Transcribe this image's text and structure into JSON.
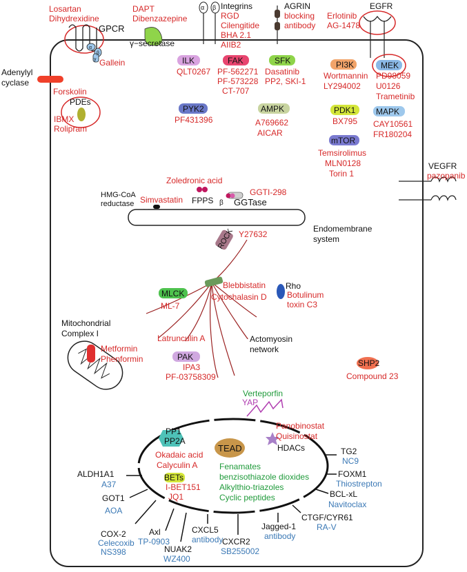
{
  "gpcr": {
    "receptor": "GPCR",
    "drugs_top": [
      "Losartan",
      "Dihydrexidine"
    ],
    "subunits": [
      "α",
      "β",
      "γ"
    ],
    "inhibitor": "Gallein"
  },
  "gamma_secretase": {
    "label": "γ−secretase",
    "drugs": [
      "DAPT",
      "Dibenzazepine"
    ]
  },
  "integrins": {
    "label": "Integrins",
    "subunits": [
      "α",
      "β"
    ],
    "drugs": [
      "RGD",
      "Cilengitide",
      "BHA 2.1",
      "AIIB2"
    ]
  },
  "agrin": {
    "label": "AGRIN",
    "drugs": [
      "blocking",
      "antibody"
    ]
  },
  "egfr": {
    "label": "EGFR",
    "drugs": [
      "Erlotinib",
      "AG-1478"
    ]
  },
  "adenylyl": {
    "label": [
      "Adenylyl",
      "cyclase"
    ],
    "drug": "Forskolin"
  },
  "pdes": {
    "label": "PDEs",
    "drugs": [
      "IBMX",
      "Rolipram"
    ]
  },
  "kinases": {
    "ilk": {
      "label": "ILK",
      "drugs": [
        "QLT0267"
      ],
      "color": "#d9a3e0"
    },
    "fak": {
      "label": "FAK",
      "drugs": [
        "PF-562271",
        "PF-573228",
        "CT-707"
      ],
      "color": "#e8456f"
    },
    "sfk": {
      "label": "SFK",
      "drugs": [
        "Dasatinib",
        "PP2, SKI-1"
      ],
      "color": "#8fd44a"
    },
    "pi3k": {
      "label": "PI3K",
      "drugs": [
        "Wortmannin",
        "LY294002"
      ],
      "color": "#f2a46a"
    },
    "mek": {
      "label": "MEK",
      "drugs": [
        "PD98059",
        "U0126",
        "Trametinib"
      ],
      "color": "#8ab8e6"
    },
    "pyk2": {
      "label": "PYK2",
      "drugs": [
        "PF431396"
      ],
      "color": "#6a78c8"
    },
    "ampk": {
      "label": "AMPK",
      "drugs": [
        "A769662",
        "AICAR"
      ],
      "color": "#c8d4a0"
    },
    "pdk1": {
      "label": "PDK1",
      "drugs": [
        "BX795"
      ],
      "color": "#d4e63a"
    },
    "mapk": {
      "label": "MAPK",
      "drugs": [
        "CAY10561",
        "FR180204"
      ],
      "color": "#9ec8ec"
    },
    "mtor": {
      "label": "mTOR",
      "drugs": [
        "Temsirolimus",
        "MLN0128",
        "Torin 1"
      ],
      "color": "#7a7ad0"
    },
    "mlck": {
      "label": "MLCK",
      "drugs": [
        "ML-7"
      ],
      "color": "#4ec24e"
    },
    "pak": {
      "label": "PAK",
      "drugs": [
        "IPA3",
        "PF-03758309"
      ],
      "color": "#d0a8e0"
    },
    "shp2": {
      "label": "SHP2",
      "drugs": [
        "Compound 23"
      ],
      "color": "#f07050"
    }
  },
  "vegfr": {
    "label": "VEGFR",
    "drug": "pazopanib"
  },
  "mevalonate": {
    "hmg": [
      "HMG-CoA",
      "reductase"
    ],
    "statin": "Simvastatin",
    "zoledronic": "Zoledronic acid",
    "fpps": "FPPS",
    "ggti": "GGTI-298",
    "beta": "β",
    "ggtase": "GGTase"
  },
  "endomembrane": [
    "Endomembrane",
    "system"
  ],
  "rock": {
    "label": "ROCK",
    "drug": "Y27632"
  },
  "cytoskeleton": {
    "blebbistatin": "Blebbistatin",
    "cytochalasin": "Cytochalasin D",
    "rho": "Rho",
    "botulinum": [
      "Botulinum",
      "toxin C3"
    ],
    "latrunculin": "Latrunculin A",
    "actomyosin": [
      "Actomyosin",
      "network"
    ]
  },
  "mito": {
    "label": [
      "Mitochondrial",
      "Complex I"
    ],
    "drugs": [
      "Metformin",
      "Phenformin"
    ]
  },
  "yap": {
    "label": "YAP",
    "drug": "Verteporfin"
  },
  "nucleus": {
    "pp": [
      "PP1",
      "PP2A"
    ],
    "pp_drugs": [
      "Okadaic acid",
      "Calyculin A"
    ],
    "tead": "TEAD",
    "hdac": "HDACs",
    "hdac_drugs": [
      "Panobinostat",
      "Quisinostat"
    ],
    "bets": "BETs",
    "bet_drugs": [
      "I-BET151",
      "JQ1"
    ],
    "tead_drugs": [
      "Fenamates",
      "benzisothiazole dioxides",
      "Alkylthio-triazoles",
      "Cyclic peptides"
    ]
  },
  "targets": [
    {
      "gene": "ALDH1A1",
      "drug": "A37"
    },
    {
      "gene": "GOT1",
      "drug": "AOA"
    },
    {
      "gene": "COX-2",
      "drug": "Celecoxib"
    },
    {
      "gene": "",
      "drug": "NS398"
    },
    {
      "gene": "Axl",
      "drug": "TP-0903"
    },
    {
      "gene": "NUAK2",
      "drug": "WZ400"
    },
    {
      "gene": "CXCL5",
      "drug": "antibody"
    },
    {
      "gene": "CXCR2",
      "drug": "SB255002"
    },
    {
      "gene": "Jagged-1",
      "drug": "antibody"
    },
    {
      "gene": "CTGF/CYR61",
      "drug": "RA-V"
    },
    {
      "gene": "BCL-xL",
      "drug": "Navitoclax"
    },
    {
      "gene": "FOXM1",
      "drug": "Thiostrepton"
    },
    {
      "gene": "TG2",
      "drug": "NC9"
    }
  ],
  "colors": {
    "drug_red": "#d62828",
    "drug_blue": "#3a78b5",
    "drug_green": "#1f9a3a",
    "fiber": "#9a2020"
  }
}
